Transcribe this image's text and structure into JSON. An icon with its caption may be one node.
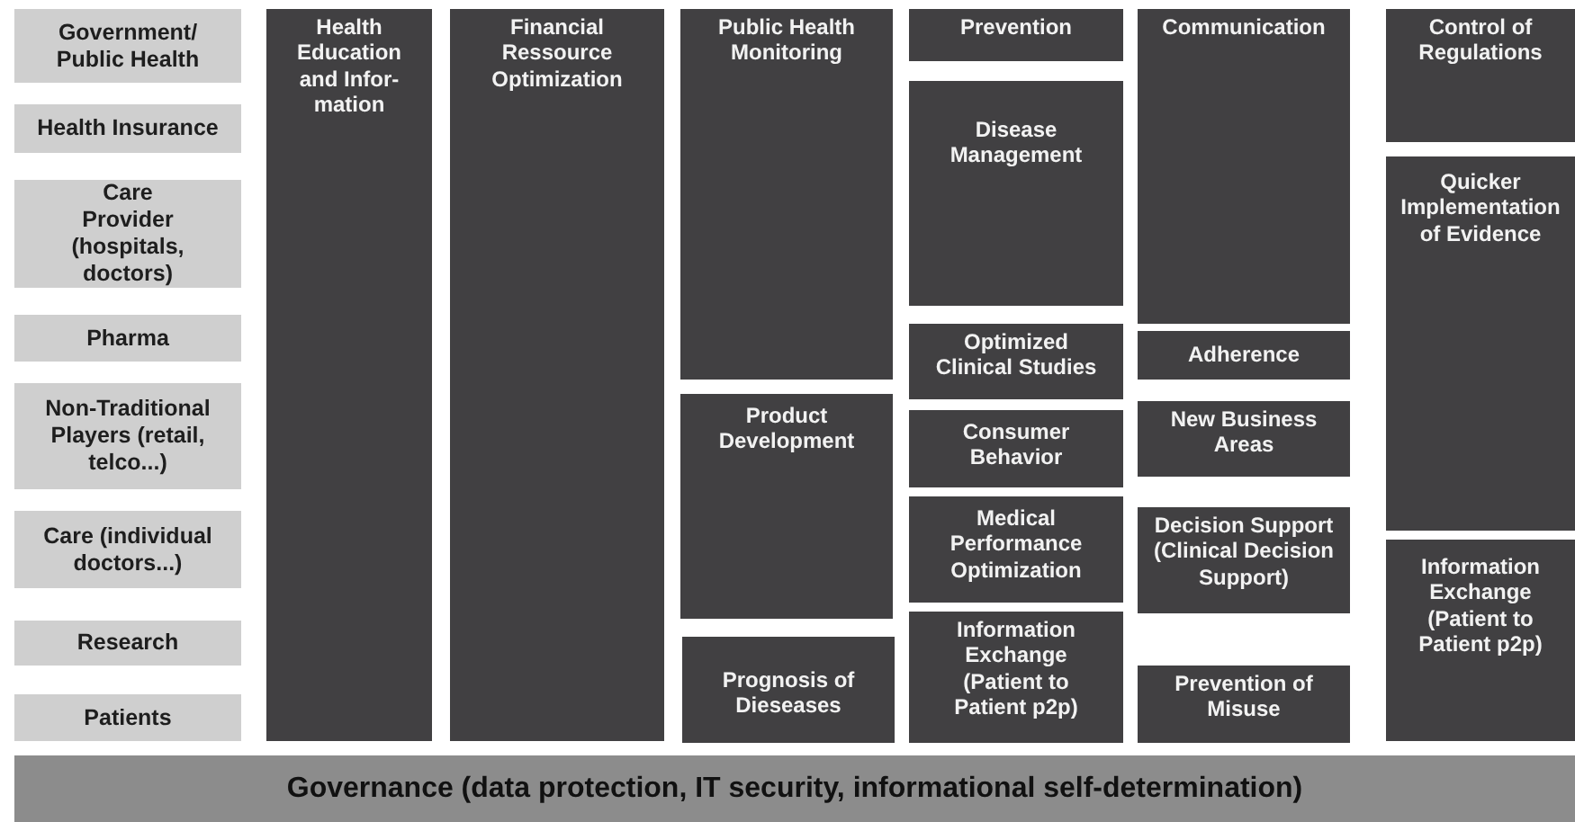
{
  "diagram": {
    "nodes": [
      {
        "text": [
          "Government/ Public Health"
        ]
      },
      {
        "text": [
          "Health Insurance"
        ]
      },
      {
        "text": [
          "Care Provider (hospitals, doctors)"
        ]
      },
      {
        "text": [
          "Pharma"
        ]
      },
      {
        "text": [
          "Non-Traditional Players (retail, telco...)"
        ]
      },
      {
        "text": [
          "Care (individual doctors...)"
        ]
      },
      {
        "text": [
          "Research"
        ]
      },
      {
        "text": [
          "Patients"
        ]
      },
      {
        "text": [
          "Health Education and Infor-mation"
        ]
      },
      {
        "text": [
          "Financial Ressource Optimization"
        ]
      },
      {
        "text": [
          "Public Health Monitoring"
        ]
      },
      {
        "text": [
          "Product Development"
        ]
      },
      {
        "text": [
          "Prognosis of Dieseases"
        ]
      },
      {
        "text": [
          "Prevention"
        ]
      },
      {
        "text": [
          "Disease Management"
        ]
      },
      {
        "text": [
          "Optimized Clinical Studies"
        ]
      },
      {
        "text": [
          "Consumer Behavior"
        ]
      },
      {
        "text": [
          "Medical Performance Optimization"
        ]
      },
      {
        "text": [
          "Information Exchange (Patient to Patient p2p)"
        ]
      },
      {
        "text": [
          "Communication"
        ]
      },
      {
        "text": [
          "Adherence"
        ]
      },
      {
        "text": [
          "New Business Areas"
        ]
      },
      {
        "text": [
          "Decision Support (Clinical Decision Support)"
        ]
      },
      {
        "text": [
          "Prevention of Misuse"
        ]
      },
      {
        "text": [
          "Control of Regulations"
        ]
      },
      {
        "text": [
          "Quicker Implementation of Evidence"
        ]
      },
      {
        "text": [
          "Information Exchange (Patient to Patient p2p)"
        ]
      },
      {
        "text": [
          "Governance (data protection, IT security, informational self-determination)"
        ]
      }
    ]
  }
}
